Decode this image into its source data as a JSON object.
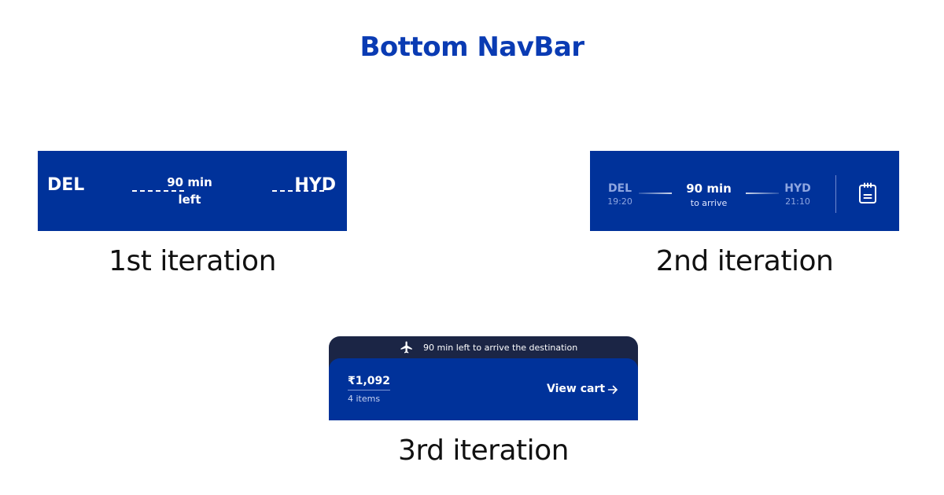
{
  "header": {
    "title": "Bottom NavBar"
  },
  "iteration1": {
    "caption": "1st iteration",
    "from": "DEL",
    "to": "HYD",
    "time_value": "90 min",
    "time_label": "left"
  },
  "iteration2": {
    "caption": "2nd iteration",
    "from": {
      "code": "DEL",
      "time": "19:20"
    },
    "to": {
      "code": "HYD",
      "time": "21:10"
    },
    "time_value": "90 min",
    "time_label": "to arrive",
    "icons": {
      "action": "clipboard-icon"
    }
  },
  "iteration3": {
    "caption": "3rd iteration",
    "banner_text": "90 min left to arrive the destination",
    "price": "₹1,092",
    "items": "4 items",
    "cta_label": "View cart",
    "icons": {
      "banner": "airplane-icon",
      "cta": "arrow-right-icon"
    }
  },
  "colors": {
    "brand_blue": "#00329a",
    "title_blue": "#0a3bb3",
    "dark_navy": "#1b2545"
  }
}
